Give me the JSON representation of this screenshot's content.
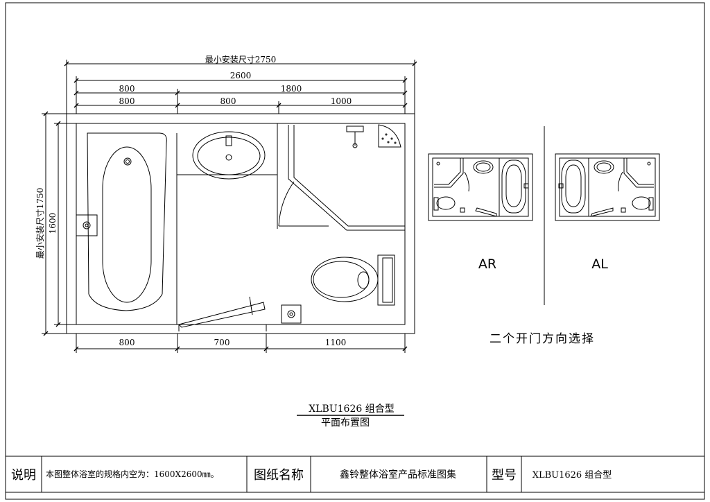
{
  "dims": {
    "min_install_width": "最小安装尺寸2750",
    "total_width": "2600",
    "seg_800_top": "800",
    "seg_1800": "1800",
    "seg_800_a": "800",
    "seg_800_b": "800",
    "seg_1000": "1000",
    "min_install_height": "最小安装尺寸1750",
    "height_1600": "1600",
    "bottom_800": "800",
    "bottom_700": "700",
    "bottom_1100": "1100"
  },
  "variants": {
    "ar_label": "AR",
    "al_label": "AL",
    "note": "二个开门方向选择"
  },
  "drawing_title": {
    "model": "XLBU1626 组合型",
    "subtitle": "平面布置图"
  },
  "title_block": {
    "desc_label": "说明",
    "desc_text": "本图整体浴室的规格内空为：1600X2600㎜。",
    "name_label": "图纸名称",
    "name_value": "鑫铃整体浴室产品标准图集",
    "model_label": "型号",
    "model_value": "XLBU1626 组合型"
  }
}
